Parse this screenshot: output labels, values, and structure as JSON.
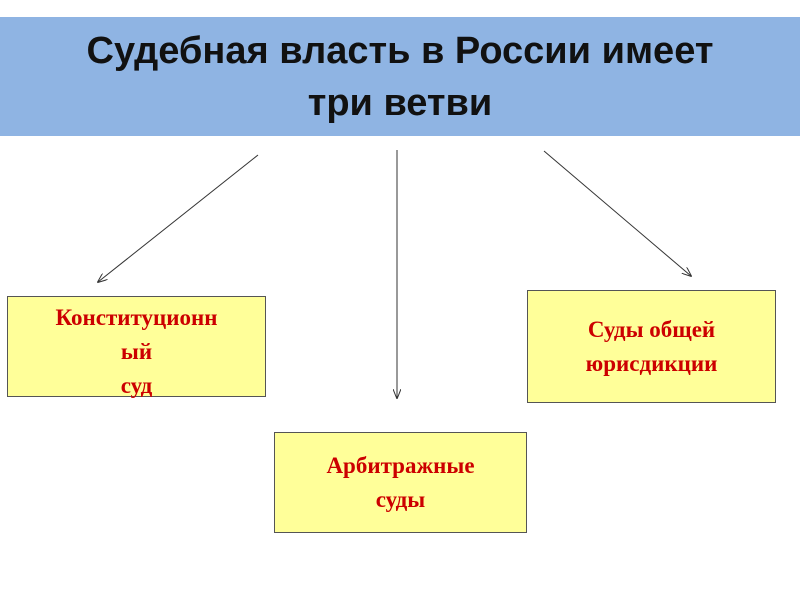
{
  "title": {
    "line1": "Судебная власть в России имеет",
    "line2": "три ветви"
  },
  "branches": [
    {
      "lines": [
        "Конституционн",
        "ый",
        "суд"
      ]
    },
    {
      "lines": [
        "Арбитражные",
        "суды"
      ]
    },
    {
      "lines": [
        "Суды общей",
        "юрисдикции"
      ]
    }
  ],
  "colors": {
    "title_band": "#8fb4e3",
    "box_fill": "#ffff99",
    "box_text": "#cc0000",
    "arrow": "#333333"
  }
}
